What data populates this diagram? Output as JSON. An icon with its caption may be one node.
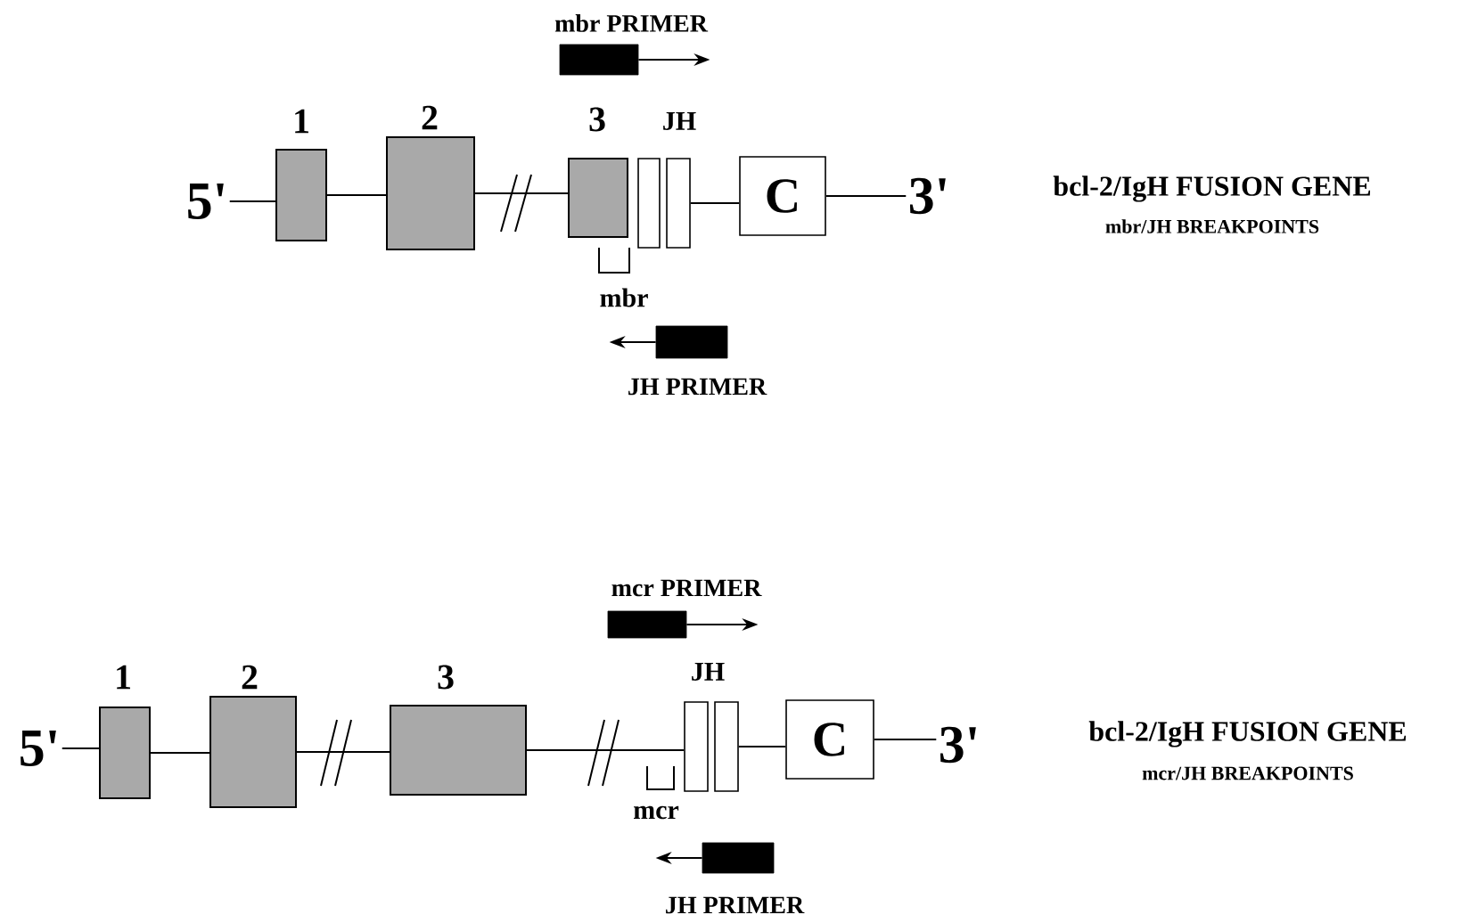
{
  "diagram": {
    "nodes": [
      {
        "text": [
          "5'"
        ]
      },
      {
        "text": [
          "1"
        ]
      },
      {
        "text": [
          "2"
        ]
      },
      {
        "text": [
          "3"
        ]
      },
      {
        "text": [],
        "shape": "box"
      },
      {
        "text": [],
        "shape": "box"
      },
      {
        "text": [
          "C"
        ]
      },
      {
        "text": [
          "3'"
        ]
      },
      {
        "text": [
          "mbr PRIMER"
        ]
      },
      {
        "text": [
          "JH PRIMER"
        ]
      },
      {
        "text": [
          "5'"
        ]
      },
      {
        "text": [
          "1"
        ]
      },
      {
        "text": [
          "2"
        ]
      },
      {
        "text": [
          "3"
        ]
      },
      {
        "text": [],
        "shape": "box"
      },
      {
        "text": [],
        "shape": "box"
      },
      {
        "text": [
          "C"
        ]
      },
      {
        "text": [
          "3'"
        ]
      },
      {
        "text": [
          "mcr PRIMER"
        ]
      },
      {
        "text": [
          "JH PRIMER"
        ]
      }
    ],
    "edges": [
      {
        "from": 0,
        "to": 1,
        "arrow": "none"
      },
      {
        "from": 1,
        "to": 2,
        "arrow": "none"
      },
      {
        "from": 2,
        "to": 3,
        "arrow": "none"
      },
      {
        "from": 5,
        "to": 6,
        "arrow": "none"
      },
      {
        "from": 6,
        "to": 7,
        "arrow": "none"
      },
      {
        "from": 8,
        "to": null,
        "arrow": "to"
      },
      {
        "from": 9,
        "to": null,
        "arrow": "to"
      },
      {
        "from": 10,
        "to": 11,
        "arrow": "none"
      },
      {
        "from": 11,
        "to": 12,
        "arrow": "none"
      },
      {
        "from": 12,
        "to": 13,
        "arrow": "none"
      },
      {
        "from": 13,
        "to": 14,
        "arrow": "none"
      },
      {
        "from": 15,
        "to": 16,
        "arrow": "none"
      },
      {
        "from": 16,
        "to": 17,
        "arrow": "none"
      },
      {
        "from": 18,
        "to": null,
        "arrow": "to"
      },
      {
        "from": 19,
        "to": null,
        "arrow": "to"
      }
    ],
    "labels": [
      "JH",
      "mbr",
      "bcl-2/IgH FUSION GENE",
      "mbr/JH BREAKPOINTS",
      "JH",
      "mcr",
      "bcl-2/IgH FUSION GENE",
      "mcr/JH BREAKPOINTS"
    ]
  }
}
